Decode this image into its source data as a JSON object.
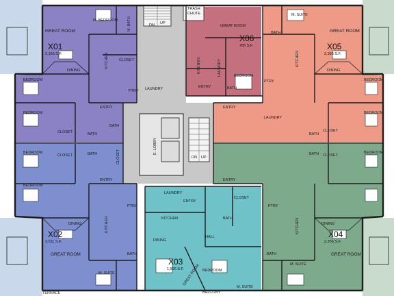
{
  "colors": {
    "x01": "#8a82c4",
    "x05": "#ef9a86",
    "x06": "#c4707e",
    "x02": "#7e8fd0",
    "x03": "#6fc2c8",
    "x04": "#7eaa8c",
    "core": "#c8c8c8",
    "terrace": "#c9d8ea",
    "terrace_green": "#c9dccb",
    "wall": "#1c1c1c"
  },
  "units": [
    {
      "id": "X01",
      "area": "2,166 S.F."
    },
    {
      "id": "X06",
      "area": "785 S.F."
    },
    {
      "id": "X05",
      "area": "2,356 S.F."
    },
    {
      "id": "X02",
      "area": "2,011 S.F."
    },
    {
      "id": "X03",
      "area": "1,526 S.F."
    },
    {
      "id": "X04",
      "area": "2,356 S.F."
    }
  ],
  "rooms": {
    "x01": {
      "m_bedroom": "M. BEDROOM",
      "great_room": "GREAT ROOM",
      "m_bath": "M. BATH",
      "kitchen": "KITCHEN",
      "closet": "CLOSET",
      "dining": "DINING",
      "bedroom": "BEDROOM",
      "ptry": "PTRY",
      "laundry": "LAUNDRY",
      "entry": "ENTRY",
      "bedroom2": "BEDROOM",
      "closet2": "CLOSET",
      "bath": "BATH",
      "bath2": "BATH"
    },
    "x06": {
      "great_room": "GREAT ROOM",
      "kitchen": "KITCHEN",
      "laundry": "LAUNDRY",
      "bedroom": "BEDROOM",
      "entry": "ENTRY",
      "bath": "BATH"
    },
    "x05": {
      "m_suite": "M. SUITE",
      "great_room": "GREAT ROOM",
      "bath": "BATH",
      "kitchen": "KITCHEN",
      "dining": "DINING",
      "ptry": "PTRY",
      "bedroom": "BEDROOM",
      "entry": "ENTRY",
      "laundry": "LAUNDRY",
      "closet": "CLOSET",
      "bedroom2": "BEDROOM",
      "bath2": "BATH"
    },
    "x02": {
      "closet": "CLOSET",
      "bath": "BATH",
      "closet2": "CLOSET",
      "entry": "ENTRY",
      "bedroom": "BEDROOM",
      "bedroom2": "BEDROOM",
      "ptry": "PTRY",
      "kitchen": "KITCHEN",
      "dining": "DINING",
      "great_room": "GREAT ROOM",
      "m_suite": "M. SUITE",
      "terrace": "TERRACE",
      "bath2": "BATH"
    },
    "x03": {
      "laundry": "LAUNDRY",
      "entry": "ENTRY",
      "closet": "CLOSET",
      "kitchen": "KITCHEN",
      "bath": "BATH",
      "hall": "HALL",
      "dining": "DINING",
      "great_room": "GREAT ROOM",
      "bedroom": "BEDROOM",
      "m_suite": "M. SUITE",
      "balcony": "BALCONY"
    },
    "x04": {
      "entry": "ENTRY",
      "bath": "BATH",
      "closet": "CLOSET",
      "ptry": "PTRY",
      "kitchen": "KITCHEN",
      "dining": "DINING",
      "great_room": "GREAT ROOM",
      "m_suite": "M. SUITE",
      "bedroom": "BEDROOM",
      "bath2": "BATH"
    }
  },
  "core": {
    "trash_chute": "TRASH\nCHUTE",
    "trash_1": "TRASH",
    "trash_2": "CHUTE",
    "dn": "DN",
    "up": "UP",
    "dn2": "DN",
    "up2": "UP",
    "e_lobby": "E. LOBBY"
  }
}
